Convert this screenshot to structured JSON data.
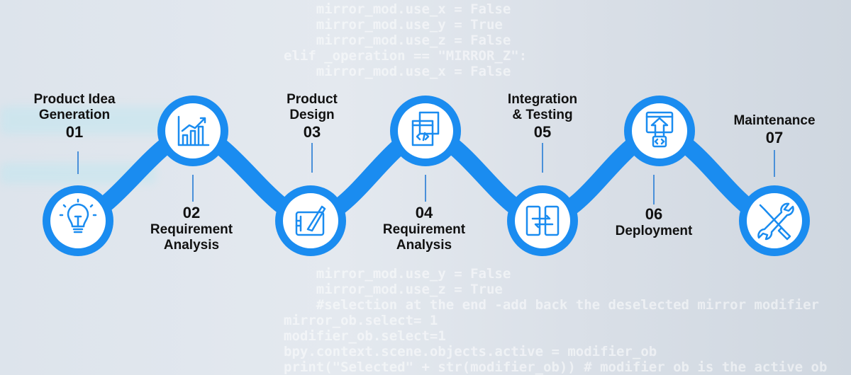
{
  "background_code": [
    "    mirror_mod.use_x = False",
    "    mirror_mod.use_y = True",
    "    mirror_mod.use_z = False",
    "elif _operation == \"MIRROR_Z\":",
    "    mirror_mod.use_x = False",
    "    mirror_mod.use_y = False",
    "    mirror_mod.use_z = True",
    "",
    "    #selection at the end -add back the deselected mirror modifier",
    "mirror_ob.select= 1",
    "modifier_ob.select=1",
    "bpy.context.scene.objects.active = modifier_ob",
    "print(\"Selected\" + str(modifier_ob)) # modifier ob is the active ob"
  ],
  "accent_color": "#1a8cf0",
  "steps": [
    {
      "number": "01",
      "title_lines": [
        "Product Idea",
        "Generation"
      ],
      "icon": "lightbulb-icon"
    },
    {
      "number": "02",
      "title_lines": [
        "Requirement",
        "Analysis"
      ],
      "icon": "chart-growth-icon"
    },
    {
      "number": "03",
      "title_lines": [
        "Product",
        "Design"
      ],
      "icon": "design-tablet-icon"
    },
    {
      "number": "04",
      "title_lines": [
        "Requirement",
        "Analysis"
      ],
      "icon": "code-windows-icon"
    },
    {
      "number": "05",
      "title_lines": [
        "Integration",
        "& Testing"
      ],
      "icon": "device-sync-icon"
    },
    {
      "number": "06",
      "title_lines": [
        "Deployment"
      ],
      "icon": "upload-code-icon"
    },
    {
      "number": "07",
      "title_lines": [
        "Maintenance"
      ],
      "icon": "tools-icon"
    }
  ]
}
